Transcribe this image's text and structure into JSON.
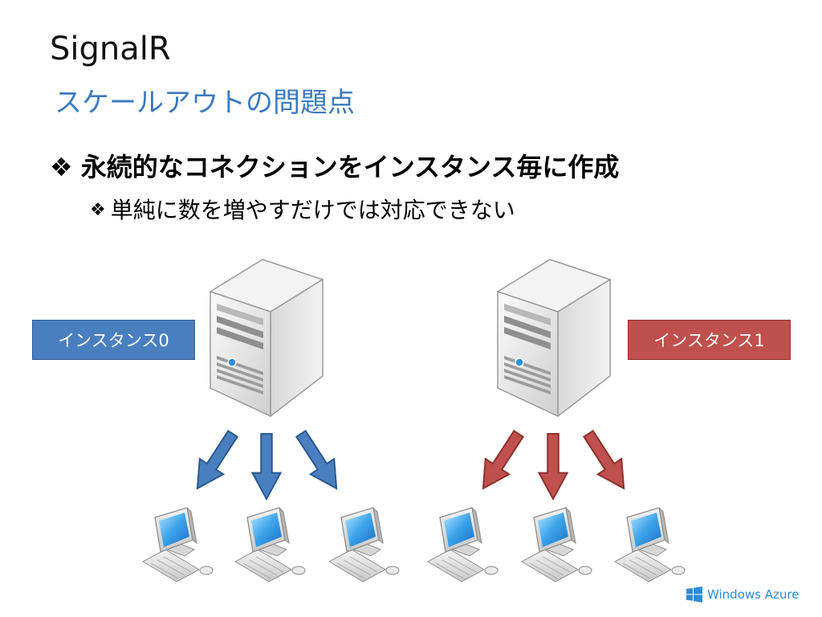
{
  "slide": {
    "title": "SignalR",
    "subtitle": "スケールアウトの問題点",
    "bullets": [
      {
        "marker": "❖",
        "text": "永続的なコネクションをインスタンス毎に作成"
      },
      {
        "marker": "❖",
        "text": "単純に数を増やすだけでは対応できない"
      }
    ]
  },
  "instances": [
    {
      "label": "インスタンス0",
      "color": "#4a7fbf"
    },
    {
      "label": "インスタンス1",
      "color": "#c0504d"
    }
  ],
  "footer": {
    "brand": "Windows Azure",
    "icon": "windows-logo-icon"
  }
}
